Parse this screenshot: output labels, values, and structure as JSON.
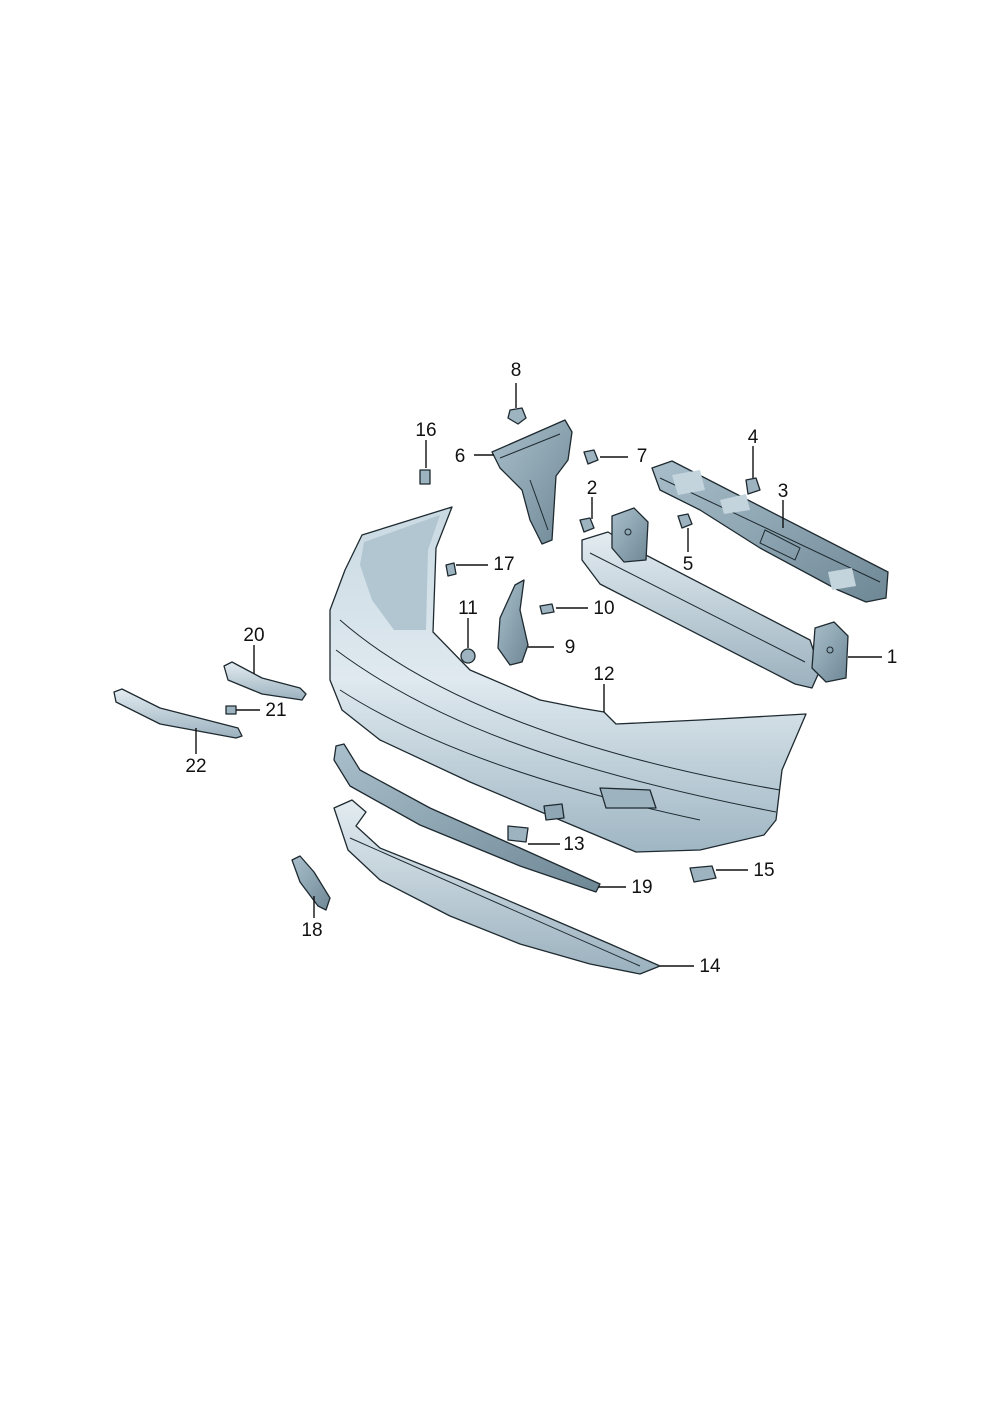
{
  "diagram": {
    "type": "exploded parts diagram",
    "callouts": [
      "1",
      "2",
      "3",
      "4",
      "5",
      "6",
      "7",
      "8",
      "9",
      "10",
      "11",
      "12",
      "13",
      "14",
      "15",
      "16",
      "17",
      "18",
      "19",
      "20",
      "21",
      "22"
    ]
  },
  "colors": {
    "part_fill_light": "#dfe9ee",
    "part_fill_mid": "#b9ccd6",
    "part_fill_dark": "#7f98a6",
    "outline": "#1e2a30",
    "text": "#111111"
  }
}
